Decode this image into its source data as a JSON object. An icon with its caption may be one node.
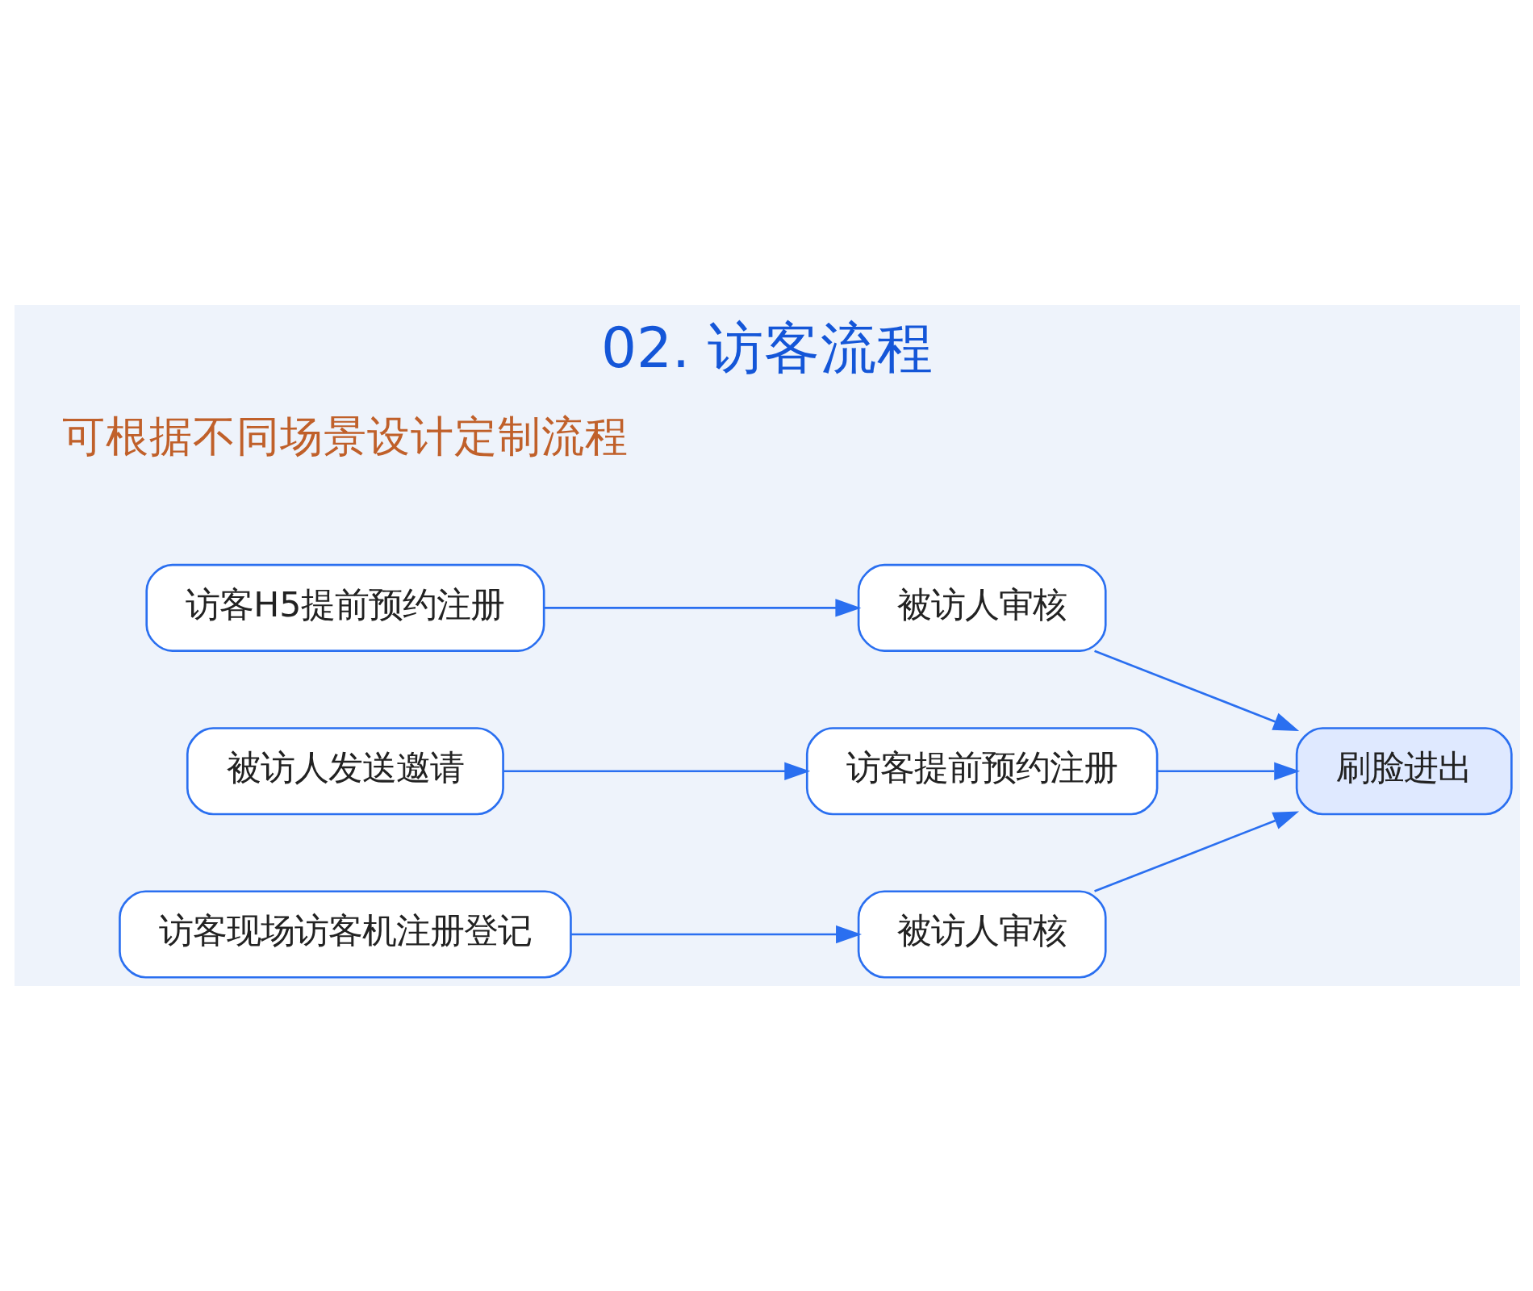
{
  "diagram": {
    "title": "02. 访客流程",
    "nodes": [
      {
        "text": [
          "访客H5提前预约注册"
        ]
      },
      {
        "text": [
          "被访人审核"
        ]
      },
      {
        "text": [
          "被访人发送邀请"
        ]
      },
      {
        "text": [
          "访客提前预约注册"
        ]
      },
      {
        "text": [
          "刷脸进出"
        ]
      },
      {
        "text": [
          "访客现场访客机注册登记"
        ]
      },
      {
        "text": [
          "被访人审核"
        ]
      }
    ],
    "edges": [
      {
        "from": 0,
        "to": 1,
        "arrow": "to"
      },
      {
        "from": 1,
        "to": 4,
        "arrow": "to"
      },
      {
        "from": 2,
        "to": 3,
        "arrow": "to"
      },
      {
        "from": 3,
        "to": 4,
        "arrow": "to"
      },
      {
        "from": 5,
        "to": 6,
        "arrow": "to"
      },
      {
        "from": 6,
        "to": 4,
        "arrow": "to"
      }
    ],
    "labels": [
      "可根据不同场景设计定制流程"
    ]
  }
}
